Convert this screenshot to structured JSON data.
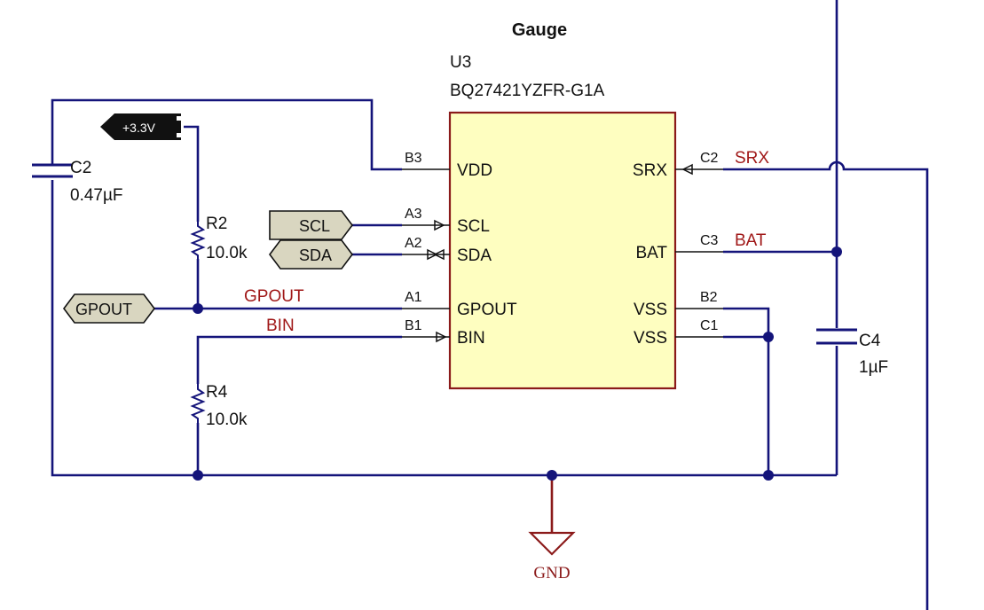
{
  "title": "Gauge",
  "ic": {
    "ref": "U3",
    "part": "BQ27421YZFR-G1A",
    "left_pins": [
      {
        "num": "B3",
        "name": "VDD"
      },
      {
        "num": "A3",
        "name": "SCL"
      },
      {
        "num": "A2",
        "name": "SDA"
      },
      {
        "num": "A1",
        "name": "GPOUT"
      },
      {
        "num": "B1",
        "name": "BIN"
      }
    ],
    "right_pins": [
      {
        "num": "C2",
        "name": "SRX"
      },
      {
        "num": "C3",
        "name": "BAT"
      },
      {
        "num": "B2",
        "name": "VSS"
      },
      {
        "num": "C1",
        "name": "VSS"
      }
    ]
  },
  "power": {
    "label": "+3.3V"
  },
  "ports": {
    "scl": "SCL",
    "sda": "SDA",
    "gpout": "GPOUT"
  },
  "nets": {
    "gpout": "GPOUT",
    "bin": "BIN",
    "srx": "SRX",
    "bat": "BAT",
    "gnd": "GND"
  },
  "components": {
    "c2": {
      "ref": "C2",
      "value": "0.47µF"
    },
    "c4": {
      "ref": "C4",
      "value": "1µF"
    },
    "r2": {
      "ref": "R2",
      "value": "10.0k"
    },
    "r4": {
      "ref": "R4",
      "value": "10.0k"
    }
  },
  "colors": {
    "wire": "#14147a",
    "ic_fill": "#fefec0",
    "ic_border": "#8b1a1a",
    "net_label": "#a01818",
    "port_fill": "#d9d6c0"
  }
}
